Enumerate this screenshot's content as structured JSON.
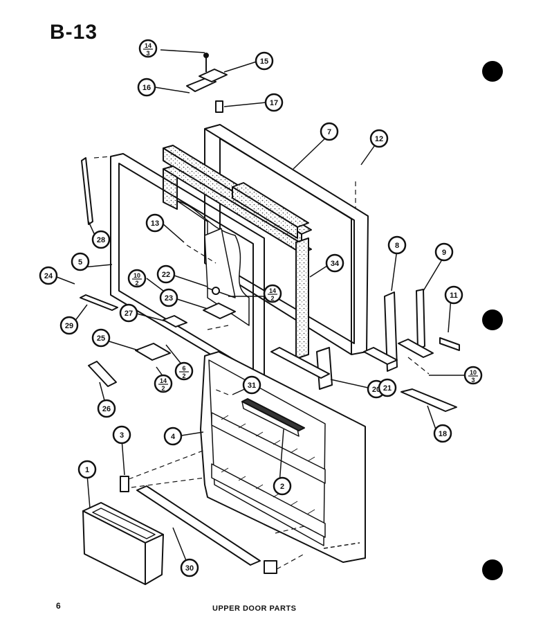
{
  "page": {
    "diagram_code": "B-13",
    "page_number": "6",
    "caption": "UPPER DOOR PARTS"
  },
  "callouts": [
    {
      "id": "c1",
      "label": "1"
    },
    {
      "id": "c2",
      "label": "2"
    },
    {
      "id": "c3",
      "label": "3"
    },
    {
      "id": "c4",
      "label": "4"
    },
    {
      "id": "c5",
      "label": "5"
    },
    {
      "id": "c7",
      "label": "7"
    },
    {
      "id": "c8",
      "label": "8"
    },
    {
      "id": "c9",
      "label": "9"
    },
    {
      "id": "c10a",
      "label": "10",
      "sub": "2"
    },
    {
      "id": "c10b",
      "label": "10",
      "sub": "3"
    },
    {
      "id": "c11",
      "label": "11"
    },
    {
      "id": "c12",
      "label": "12"
    },
    {
      "id": "c13",
      "label": "13"
    },
    {
      "id": "c14a",
      "label": "14",
      "sub": "3"
    },
    {
      "id": "c14b",
      "label": "14",
      "sub": "2"
    },
    {
      "id": "c14c",
      "label": "14",
      "sub": "2"
    },
    {
      "id": "c15",
      "label": "15"
    },
    {
      "id": "c16",
      "label": "16"
    },
    {
      "id": "c17",
      "label": "17"
    },
    {
      "id": "c18",
      "label": "18"
    },
    {
      "id": "c20",
      "label": "20"
    },
    {
      "id": "c21",
      "label": "21"
    },
    {
      "id": "c22",
      "label": "22"
    },
    {
      "id": "c23",
      "label": "23"
    },
    {
      "id": "c24",
      "label": "24"
    },
    {
      "id": "c25",
      "label": "25"
    },
    {
      "id": "c26",
      "label": "26"
    },
    {
      "id": "c27",
      "label": "27"
    },
    {
      "id": "c28",
      "label": "28"
    },
    {
      "id": "c29",
      "label": "29"
    },
    {
      "id": "c30",
      "label": "30"
    },
    {
      "id": "c31",
      "label": "31"
    },
    {
      "id": "c34",
      "label": "34"
    },
    {
      "id": "c6",
      "label": "6",
      "sub": "2"
    }
  ]
}
